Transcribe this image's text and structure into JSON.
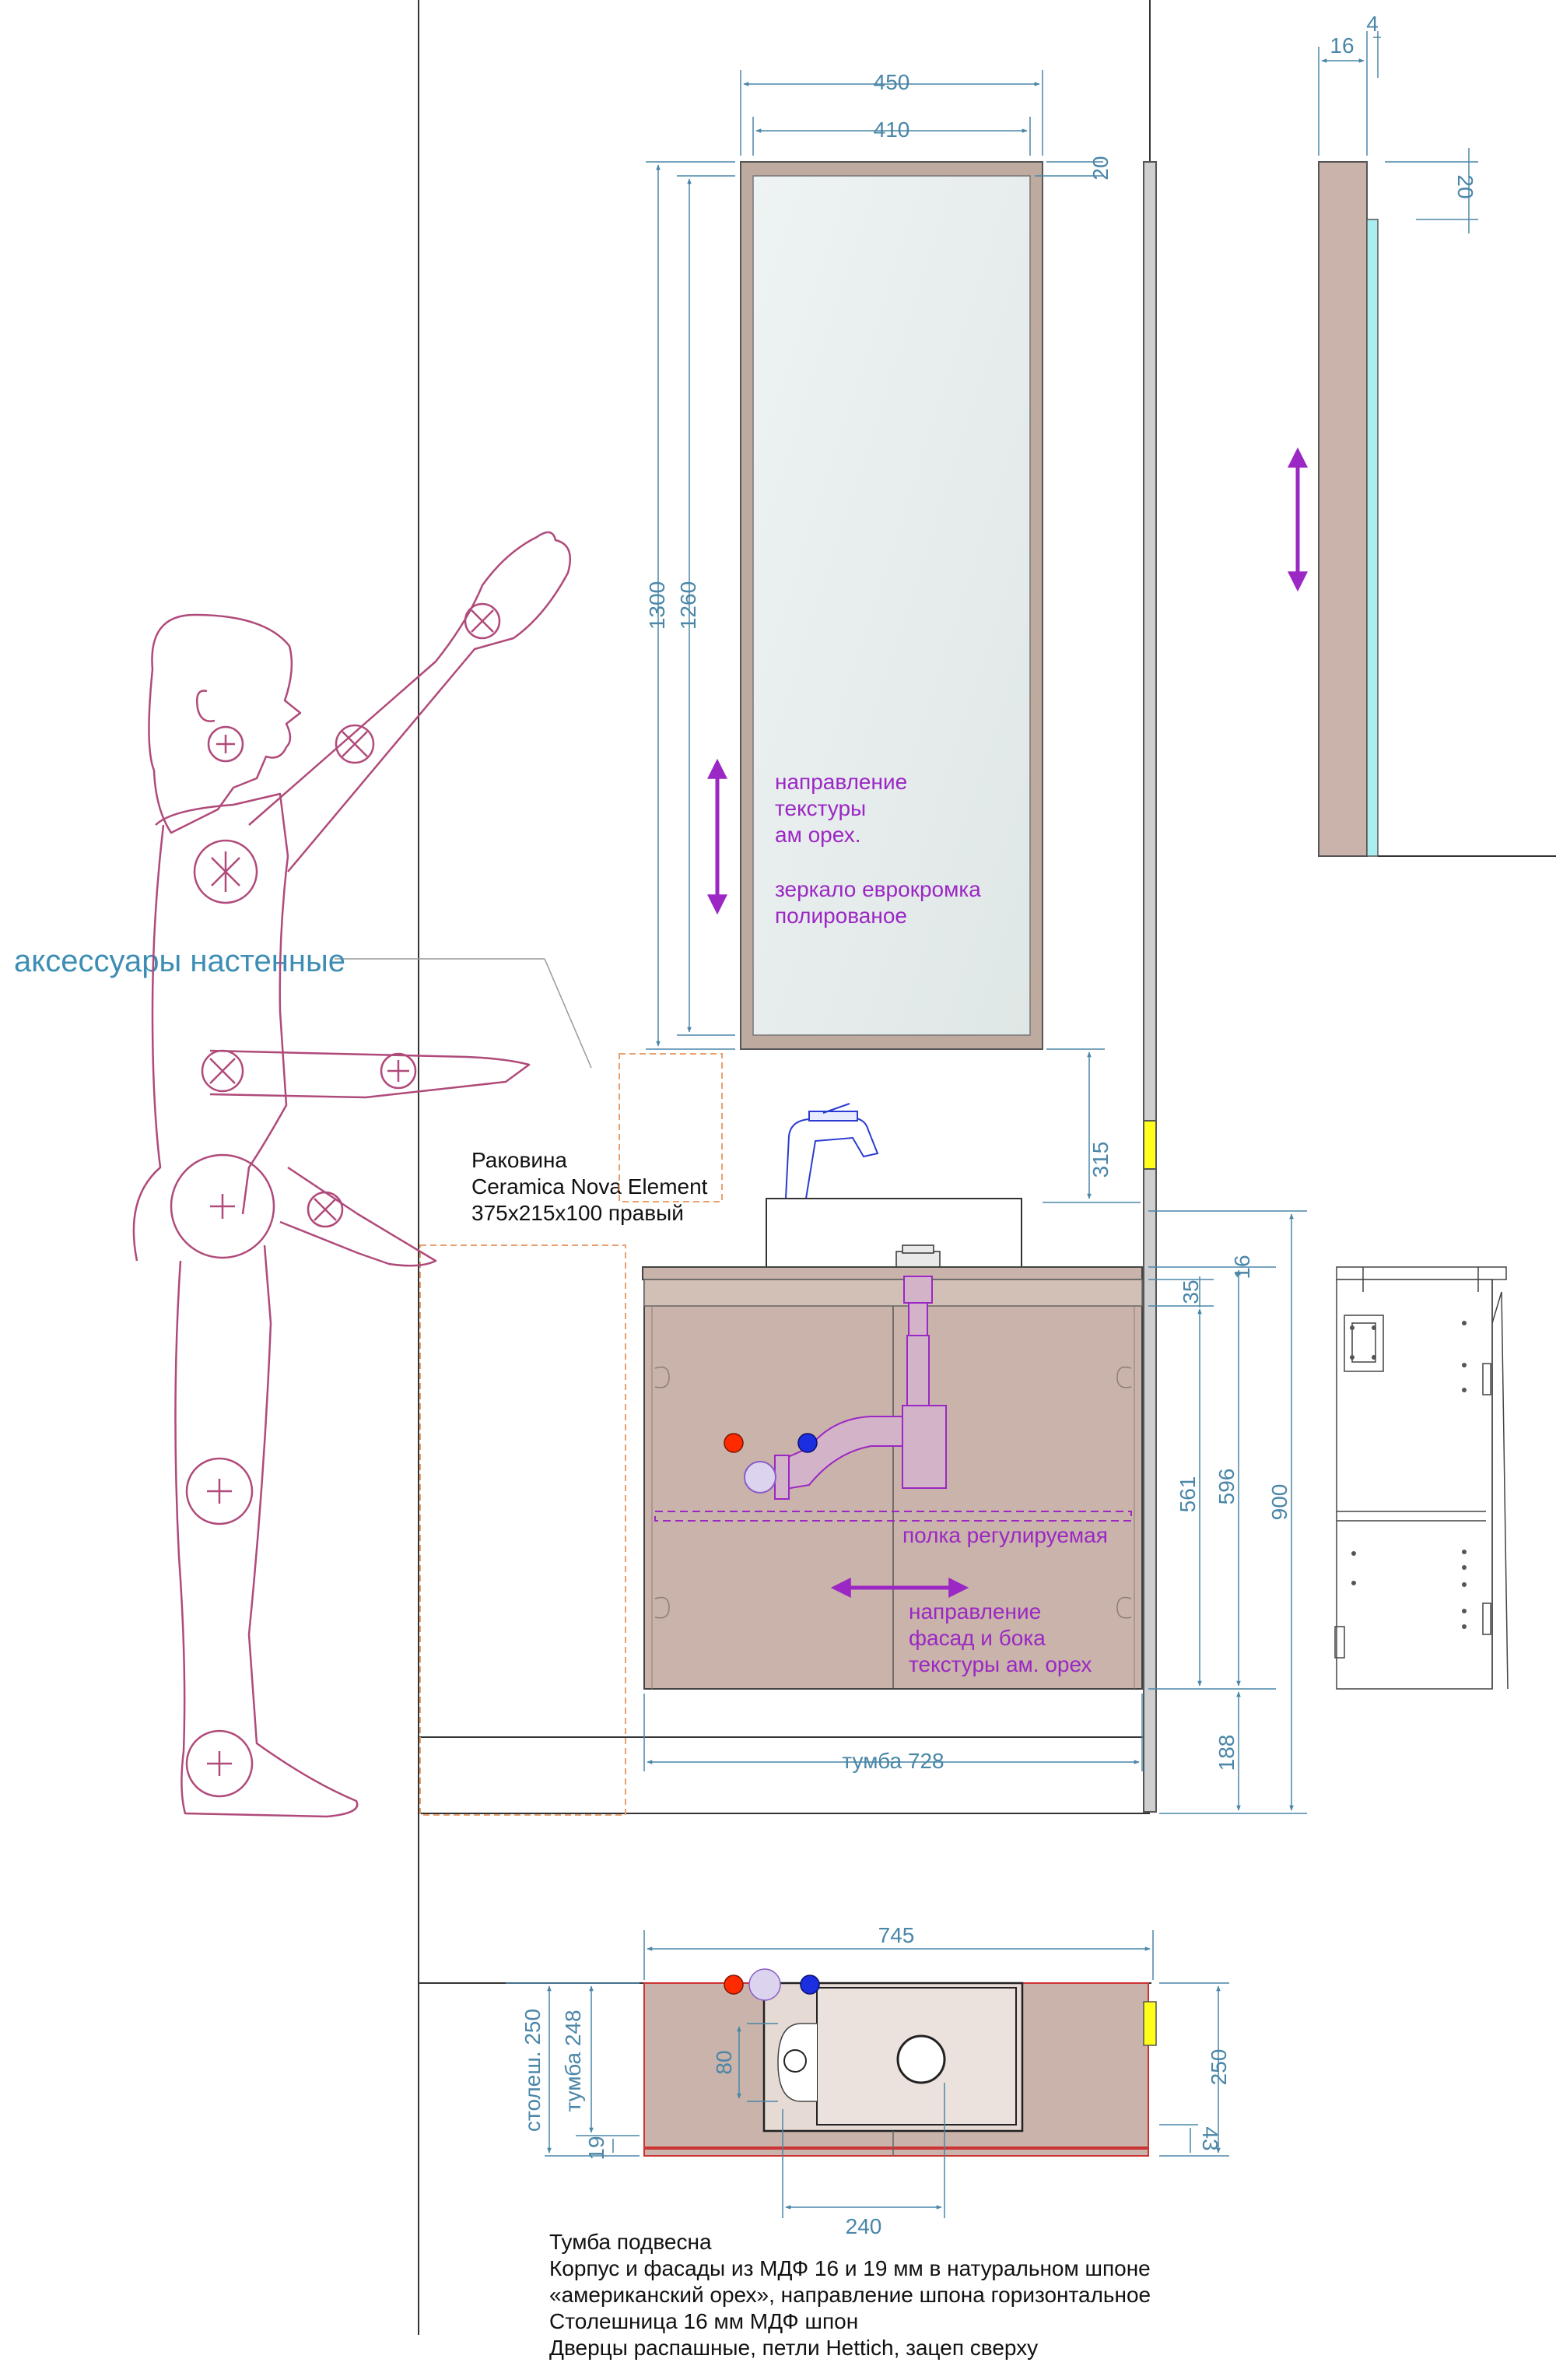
{
  "labels": {
    "accessories": "аксессуары настенные",
    "sink_line1": "Раковина",
    "sink_line2": "Ceramica Nova Element",
    "sink_line3": "375x215x100 правый",
    "mirror_note_1": "направление",
    "mirror_note_2": "текстуры",
    "mirror_note_3": "ам орех.",
    "mirror_note_4": "зеркало еврокромка",
    "mirror_note_5": "полированое",
    "shelf_note": "полка регулируемая",
    "facade_note_1": "направление",
    "facade_note_2": "фасад и бока",
    "facade_note_3": "текстуры ам. орех",
    "notes": [
      "Тумба подвесна",
      "Корпус и фасады из МДФ 16 и 19 мм в натуральном шпоне",
      "«американский орех», направление шпона горизонтальное",
      "Столешница 16 мм МДФ шпон",
      "Дверцы распашные, петли Hettich, зацеп сверху"
    ]
  },
  "dimensions": {
    "mirror_outer_width": "450",
    "mirror_inner_width": "410",
    "mirror_frame": "20",
    "mirror_outer_height": "1300",
    "mirror_inner_height": "1260",
    "mirror_to_top": "315",
    "side_thickness": "16",
    "side_gap": "4",
    "side_frame": "20",
    "top_thickness": "16",
    "top_offset": "35",
    "door_height": "561",
    "cabinet_height": "596",
    "total_height": "900",
    "floor_gap": "188",
    "cabinet_width": "тумба 728",
    "plan_width": "745",
    "plan_depth_right": "250",
    "plan_offset": "43",
    "plan_top_depth": "столеш. 250",
    "plan_cab_depth": "тумба 248",
    "plan_19": "19",
    "plan_80": "80",
    "plan_240": "240"
  },
  "colors": {
    "dimension": "#4a86a8",
    "figure": "#b04a7a",
    "note": "#9b27c4",
    "cabinet": "#c9b3aa",
    "mirror_frame": "#bfaa9f",
    "mirror_glass": "#e4ebea"
  }
}
